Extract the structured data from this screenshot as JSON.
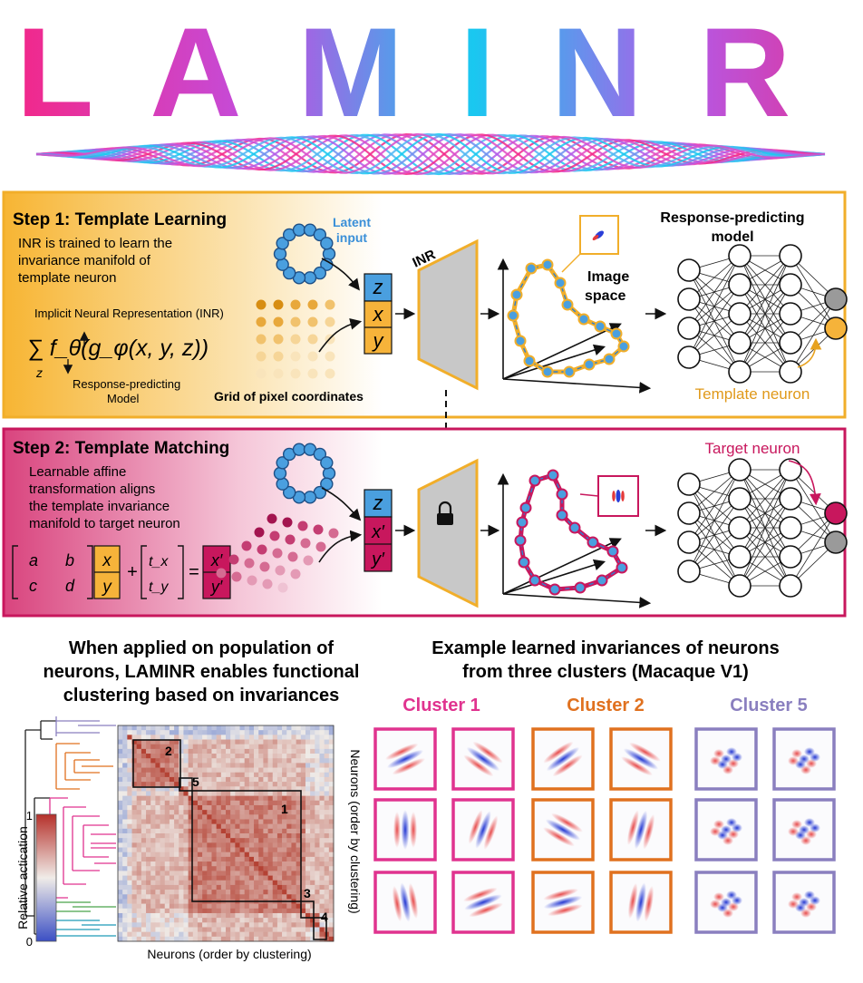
{
  "title": "LAMINR",
  "step1": {
    "heading": "Step 1: Template Learning",
    "desc": [
      "INR is trained to learn the",
      "invariance manifold of",
      "template neuron"
    ],
    "inr_def": "Implicit Neural Representation (INR)",
    "formula": "∑ f_θ(g_φ(x, y, z))",
    "sum_sub": "z",
    "rpm_label": [
      "Response-predicting",
      "Model"
    ],
    "latent_label": [
      "Latent",
      "input"
    ],
    "grid_label": "Grid of pixel coordinates",
    "inr_label": "INR",
    "image_space": [
      "Image",
      "space"
    ],
    "model_title": [
      "Response-predicting",
      "model"
    ],
    "template_neuron": "Template neuron",
    "vars": [
      "z",
      "x",
      "y"
    ]
  },
  "step2": {
    "heading": "Step 2: Template Matching",
    "desc": [
      "Learnable affine",
      "transformation aligns",
      "the template invariance",
      "manifold to target neuron"
    ],
    "matrix": [
      "a",
      "b",
      "c",
      "d"
    ],
    "vec_xy": [
      "x",
      "y"
    ],
    "translation": [
      "t_x",
      "t_y"
    ],
    "result": [
      "x′",
      "y′"
    ],
    "vars": [
      "z",
      "x′",
      "y′"
    ],
    "target_neuron": "Target neuron"
  },
  "bottom": {
    "left_title": [
      "When applied on population of",
      "neurons, LAMINR enables functional",
      "clustering based on invariances"
    ],
    "right_title": [
      "Example learned invariances of neurons",
      "from three clusters (Macaque V1)"
    ],
    "colorbar_label": "Relative actication",
    "colorbar_max": "1",
    "colorbar_min": "0",
    "xlabel": "Neurons (order by clustering)",
    "ylabel": "Neurons (order by clustering)",
    "cluster_ids": [
      "2",
      "5",
      "1",
      "3",
      "4"
    ],
    "clusters": [
      {
        "name": "Cluster 1",
        "color": "#e0338f"
      },
      {
        "name": "Cluster 2",
        "color": "#e0711f"
      },
      {
        "name": "Cluster 5",
        "color": "#8a7fbf"
      }
    ]
  }
}
